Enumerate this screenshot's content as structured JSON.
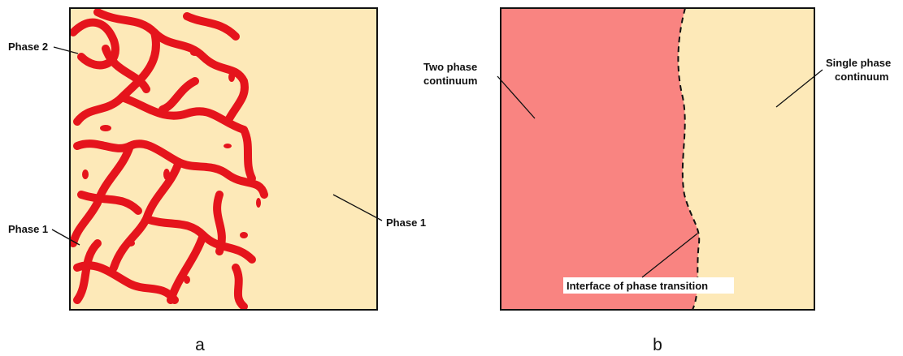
{
  "colors": {
    "cream": "#fde9b8",
    "red": "#e5141c",
    "pink": "#f98481",
    "outline": "#111111"
  },
  "panel_a": {
    "caption": "a",
    "labels": {
      "phase2_left": "Phase 2",
      "phase1_left": "Phase 1",
      "phase1_right": "Phase 1"
    }
  },
  "panel_b": {
    "caption": "b",
    "labels": {
      "two_phase_line1": "Two phase",
      "two_phase_line2": "continuum",
      "single_phase_line1": "Single phase",
      "single_phase_line2": "continuum",
      "interface": "Interface of phase transition"
    }
  }
}
